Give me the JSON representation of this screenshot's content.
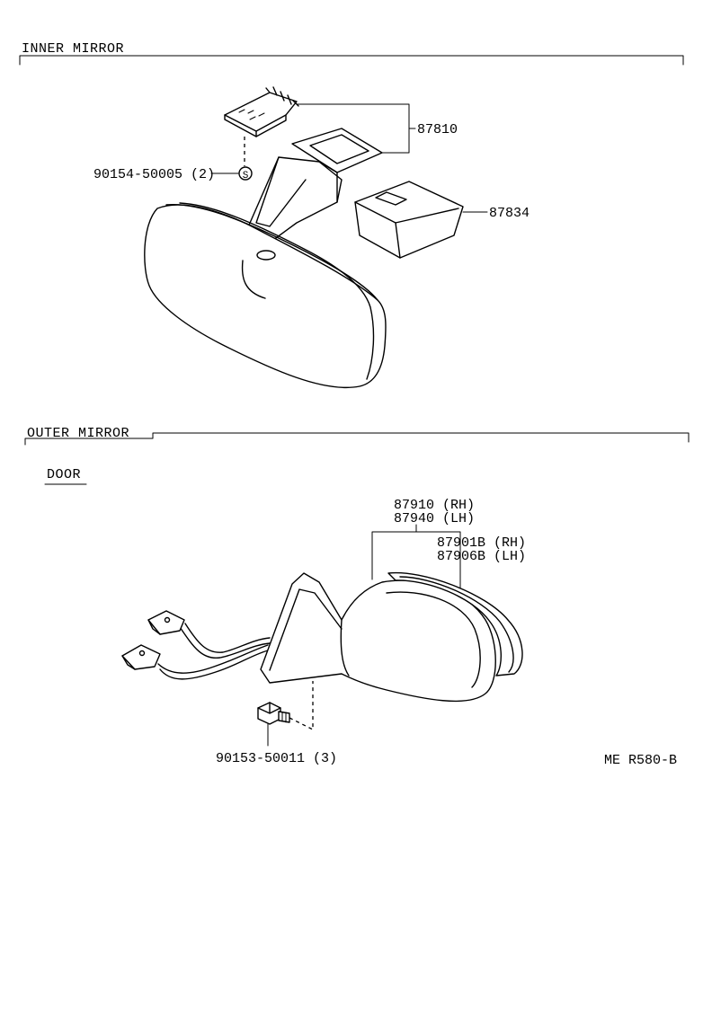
{
  "sections": {
    "inner": {
      "title": "INNER MIRROR"
    },
    "outer": {
      "title": "OUTER MIRROR",
      "sub_title": "DOOR"
    }
  },
  "parts": {
    "p87810": "87810",
    "p87834": "87834",
    "p90154": "90154-50005 (2)",
    "symbol_s": "S",
    "p87910": "87910 (RH)",
    "p87940": "87940 (LH)",
    "p87901b": "87901B (RH)",
    "p87906b": "87906B (LH)",
    "p90153": "90153-50011 (3)"
  },
  "ref_code": "ME R580-B"
}
